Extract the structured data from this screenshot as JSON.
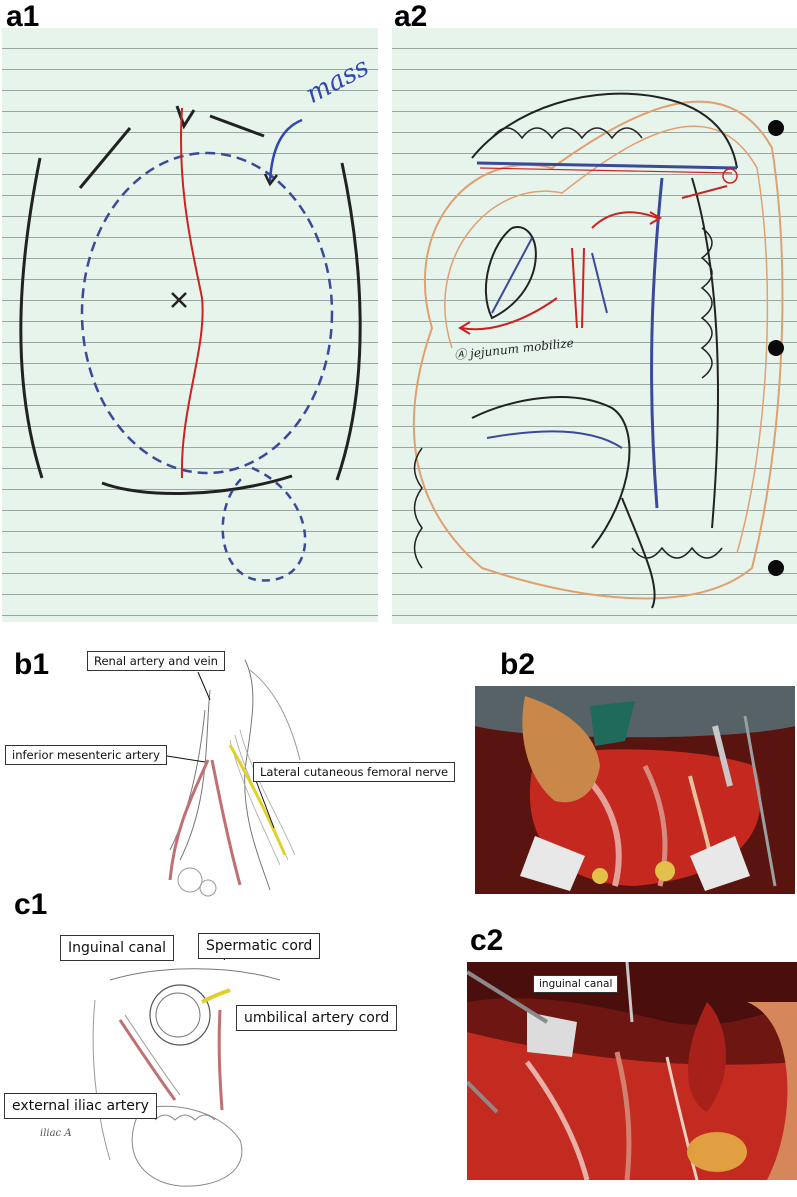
{
  "panels": {
    "a1": {
      "label": "a1",
      "note_mass": "mass"
    },
    "a2": {
      "label": "a2",
      "note_a": "Ⓐ jejunum mobilize",
      "note_b": "Ⓑ"
    },
    "b1": {
      "label": "b1",
      "callouts": {
        "renal": "Renal artery and vein",
        "ima": "inferior mesenteric artery",
        "lcfn": "Lateral cutaneous femoral nerve"
      }
    },
    "b2": {
      "label": "b2"
    },
    "c1": {
      "label": "c1",
      "callouts": {
        "inguinal": "Inguinal canal",
        "spermatic": "Spermatic cord",
        "umbilical": "umbilical artery cord",
        "iliac": "external iliac artery"
      },
      "hand_note": "iliac A"
    },
    "c2": {
      "label": "c2",
      "callouts": {
        "inguinal": "inguinal canal"
      }
    }
  },
  "colors": {
    "paper": "#e7f4ec",
    "pen_black": "#222222",
    "pen_blue": "#3a4a9a",
    "pen_red": "#cc2222",
    "pencil_orange": "#e0a070",
    "nerve_yellow": "#e2d02a",
    "tissue_red": "#b8221a"
  }
}
